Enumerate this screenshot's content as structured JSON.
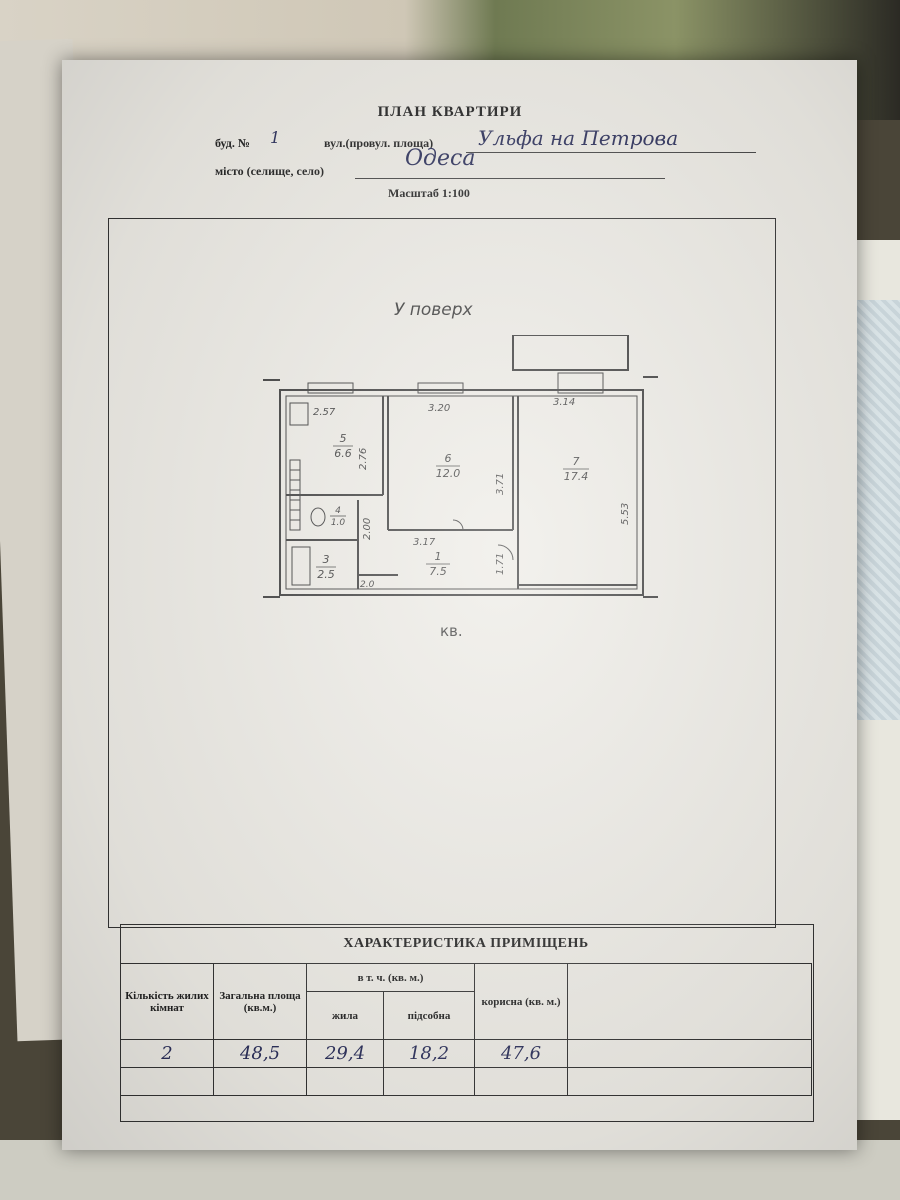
{
  "header": {
    "title": "ПЛАН КВАРТИРИ",
    "building_label": "буд. №",
    "building_value": "1",
    "street_label": "вул.(провул. площа)",
    "street_value": "Ульфа на Петрова",
    "city_label": "місто (селище, село)",
    "city_value": "Одеса",
    "scale_label": "Масштаб  1:100"
  },
  "plan": {
    "floor_label": "У поверх",
    "entrance_label": "кв.",
    "rooms": [
      {
        "number": "5",
        "area": "6.6"
      },
      {
        "number": "6",
        "area": "12.0"
      },
      {
        "number": "7",
        "area": "17.4"
      },
      {
        "number": "1",
        "area": "7.5"
      },
      {
        "number": "3",
        "area": "2.5"
      },
      {
        "number": "4",
        "area": "1.0"
      }
    ],
    "dimensions": [
      "2.57",
      "2.76",
      "3.20",
      "3.71",
      "3.14",
      "5.53",
      "3.17",
      "1.71",
      "2.00",
      "2.0"
    ]
  },
  "characteristics": {
    "title": "ХАРАКТЕРИСТИКА ПРИМІЩЕНЬ",
    "col_rooms": "Кількість жилих кімнат",
    "col_total": "Загальна площа (кв.м.)",
    "col_incl": "в т. ч. (кв. м.)",
    "col_living": "жила",
    "col_aux": "підсобна",
    "col_useful": "корисна (кв. м.)",
    "row": {
      "rooms": "2",
      "total": "48,5",
      "living": "29,4",
      "aux": "18,2",
      "useful": "47,6"
    }
  }
}
